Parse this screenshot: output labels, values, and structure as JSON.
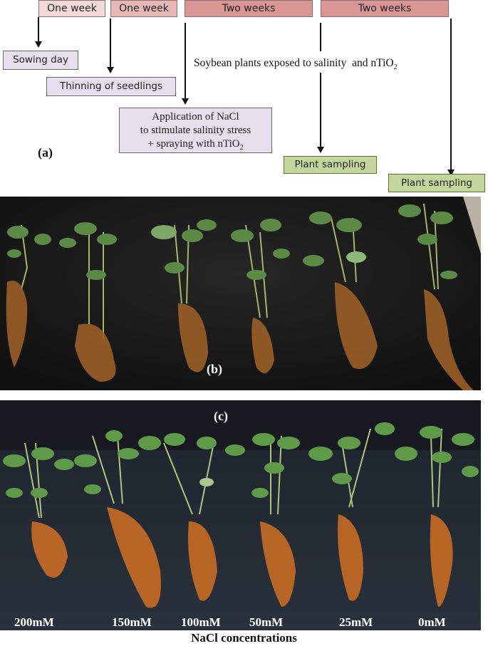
{
  "timeline": {
    "periods": [
      {
        "label": "One week"
      },
      {
        "label": "One week"
      },
      {
        "label": "Two weeks"
      },
      {
        "label": "Two weeks"
      }
    ],
    "events": {
      "sowing": "Sowing day",
      "thinning": "Thinning of seedlings",
      "application_line1": "Application of NaCl",
      "application_line2": "to stimulate salinity stress",
      "application_line3": "+ spraying with nTiO",
      "application_sub": "2",
      "sampling1": "Plant sampling",
      "sampling2": "Plant sampling"
    },
    "exposure_text": "Soybean plants exposed to salinity  and nTiO",
    "exposure_sub": "2",
    "colors": {
      "period_light": "#f2dcdb",
      "period_mid": "#e6b9b8",
      "period_dark": "#d99694",
      "event_lavender": "#e5e0ec",
      "event_green": "#c3d69b"
    }
  },
  "panels": {
    "a_label": "(a)",
    "b_label": "(b)",
    "c_label": "(c)"
  },
  "photo_c": {
    "concentrations": [
      "200mM",
      "150mM",
      "100mM",
      "50mM",
      "25mM",
      "0mM"
    ],
    "axis_caption": "NaCl concentrations"
  }
}
